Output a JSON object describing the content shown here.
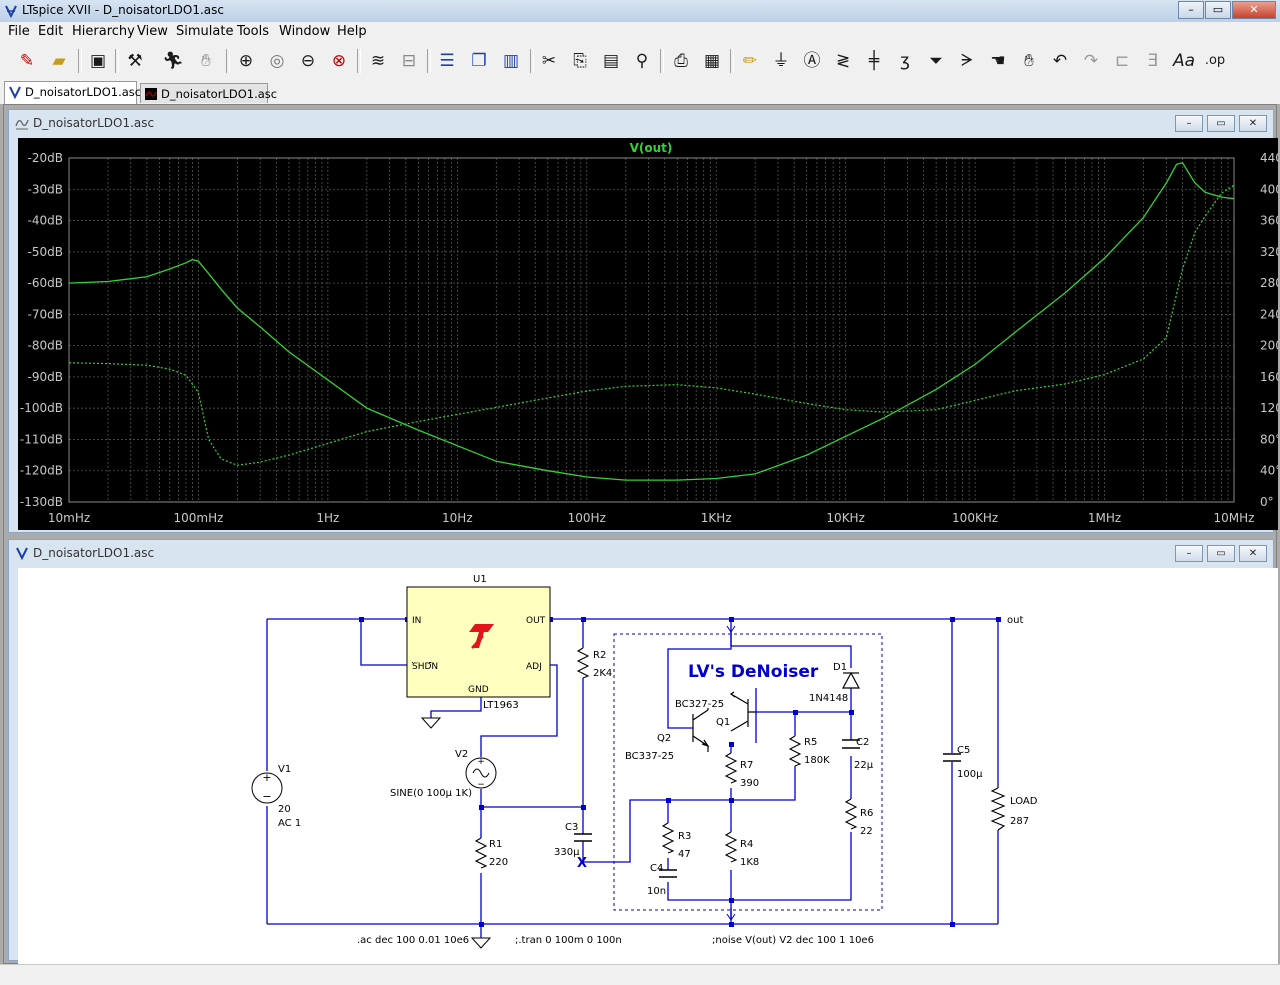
{
  "window": {
    "title": "LTspice XVII - D_noisatorLDO1.asc",
    "min": "–",
    "max": "▭",
    "close": "✕"
  },
  "menu": [
    "File",
    "Edit",
    "Hierarchy",
    "View",
    "Simulate",
    "Tools",
    "Window",
    "Help"
  ],
  "tabs": [
    {
      "label": "D_noisatorLDO1.asc"
    },
    {
      "label": "D_noisatorLDO1.asc"
    }
  ],
  "plot_window": {
    "title": "D_noisatorLDO1.asc"
  },
  "schematic_window": {
    "title": "D_noisatorLDO1.asc"
  },
  "subwin_buttons": {
    "min": "–",
    "max": "▭",
    "close": "✕"
  },
  "toolbar_icons": [
    "new-schematic-icon",
    "open-icon",
    "save-icon",
    "control-panel-icon",
    "run-icon",
    "halt-icon",
    "zoom-in-icon",
    "zoom-pan-icon",
    "zoom-out-icon",
    "zoom-fit-icon",
    "autoscale-icon",
    "delete-traces-icon",
    "tile-horizontal-icon",
    "cascade-icon",
    "tile-vertical-icon",
    "cut-icon",
    "copy-icon",
    "paste-icon",
    "find-icon",
    "print-icon",
    "print-setup-icon",
    "draw-wire-icon",
    "ground-icon",
    "label-net-icon",
    "resistor-icon",
    "capacitor-icon",
    "inductor-icon",
    "diode-icon",
    "component-icon",
    "move-icon",
    "drag-icon",
    "undo-icon",
    "redo-icon",
    "rotate-icon",
    "mirror-icon",
    "text-icon",
    "spice-directive-icon"
  ],
  "chart_data": {
    "type": "line",
    "title": "V(out)",
    "xscale": "log",
    "xlim": [
      0.01,
      10000000
    ],
    "x_ticks": [
      "10mHz",
      "100mHz",
      "1Hz",
      "10Hz",
      "100Hz",
      "1KHz",
      "10KHz",
      "100KHz",
      "1MHz",
      "10MHz"
    ],
    "ylim": [
      -130,
      -20
    ],
    "y_ticks": [
      "-20dB",
      "-30dB",
      "-40dB",
      "-50dB",
      "-60dB",
      "-70dB",
      "-80dB",
      "-90dB",
      "-100dB",
      "-110dB",
      "-120dB",
      "-130dB"
    ],
    "y2lim": [
      0,
      440
    ],
    "y2_ticks": [
      "440°",
      "400°",
      "360°",
      "320°",
      "280°",
      "240°",
      "200°",
      "160°",
      "120°",
      "80°",
      "40°",
      "0°"
    ],
    "grid": true,
    "series": [
      {
        "name": "V(out)",
        "axis": "magnitude",
        "style": "solid",
        "color": "#35d235",
        "x": [
          0.01,
          0.02,
          0.04,
          0.06,
          0.08,
          0.09,
          0.1,
          0.12,
          0.15,
          0.2,
          0.3,
          0.5,
          1,
          2,
          5,
          10,
          20,
          50,
          100,
          200,
          500,
          1000,
          2000,
          5000,
          10000,
          20000,
          50000,
          100000,
          200000,
          500000,
          1000000,
          2000000,
          3000000,
          3600000,
          4000000,
          4500000,
          5000000,
          6000000,
          8000000,
          10000000
        ],
        "y": [
          -60,
          -59.5,
          -58,
          -55.5,
          -53.5,
          -52.5,
          -53,
          -57,
          -62,
          -68,
          -74,
          -82,
          -91,
          -100,
          -107,
          -112,
          -117,
          -120,
          -122,
          -123,
          -123,
          -122.5,
          -121,
          -115,
          -109,
          -103,
          -94,
          -86,
          -76,
          -63,
          -52,
          -39,
          -28,
          -22,
          -21.5,
          -25,
          -28,
          -31,
          -32.5,
          -33
        ]
      },
      {
        "name": "V(out) phase",
        "axis": "phase",
        "style": "dashed",
        "color": "#35d235",
        "x": [
          0.01,
          0.02,
          0.04,
          0.06,
          0.08,
          0.1,
          0.12,
          0.15,
          0.2,
          0.3,
          0.5,
          1,
          2,
          5,
          10,
          20,
          50,
          100,
          200,
          500,
          1000,
          2000,
          5000,
          10000,
          20000,
          50000,
          100000,
          200000,
          500000,
          1000000,
          2000000,
          3000000,
          4000000,
          5000000,
          6000000,
          8000000,
          10000000
        ],
        "y": [
          178,
          177,
          175,
          170,
          162,
          140,
          80,
          55,
          47,
          51,
          60,
          75,
          90,
          103,
          112,
          121,
          133,
          142,
          148,
          150,
          146,
          138,
          126,
          118,
          115,
          118,
          130,
          142,
          151,
          163,
          183,
          210,
          298,
          345,
          366,
          395,
          405
        ]
      }
    ]
  },
  "schematic": {
    "u1_ref": "U1",
    "u1_part": "LT1963",
    "u1_pins": {
      "in": "IN",
      "out": "OUT",
      "shdn": "SHDN",
      "adj": "ADJ",
      "gnd": "GND"
    },
    "logo": "LT",
    "v1": {
      "ref": "V1",
      "value": "20",
      "ac": "AC 1"
    },
    "v2": {
      "ref": "V2",
      "value": "SINE(0 100µ 1K)"
    },
    "r1": {
      "ref": "R1",
      "value": "220"
    },
    "r2": {
      "ref": "R2",
      "value": "2K4"
    },
    "c3": {
      "ref": "C3",
      "value": "330µ"
    },
    "q2": {
      "ref": "Q2",
      "part": "BC337-25"
    },
    "q1": {
      "ref": "Q1",
      "part": "BC327-25"
    },
    "r7": {
      "ref": "R7",
      "value": "390"
    },
    "r3": {
      "ref": "R3",
      "value": "47"
    },
    "c4": {
      "ref": "C4",
      "value": "10n"
    },
    "r4": {
      "ref": "R4",
      "value": "1K8"
    },
    "r5": {
      "ref": "R5",
      "value": "180K"
    },
    "d1": {
      "ref": "D1",
      "part": "1N4148"
    },
    "c2": {
      "ref": "C2",
      "value": "22µ"
    },
    "r6": {
      "ref": "R6",
      "value": "22"
    },
    "c5": {
      "ref": "C5",
      "value": "100µ"
    },
    "load": {
      "ref": "LOAD",
      "value": "287"
    },
    "denoiser_label": "LV's DeNoiser",
    "net_out": "out",
    "nc_mark": "X",
    "directives": [
      ".ac dec 100 0.01 10e6",
      ";.tran 0 100m 0 100n",
      ";noise V(out) V2 dec 100 1 10e6"
    ]
  }
}
